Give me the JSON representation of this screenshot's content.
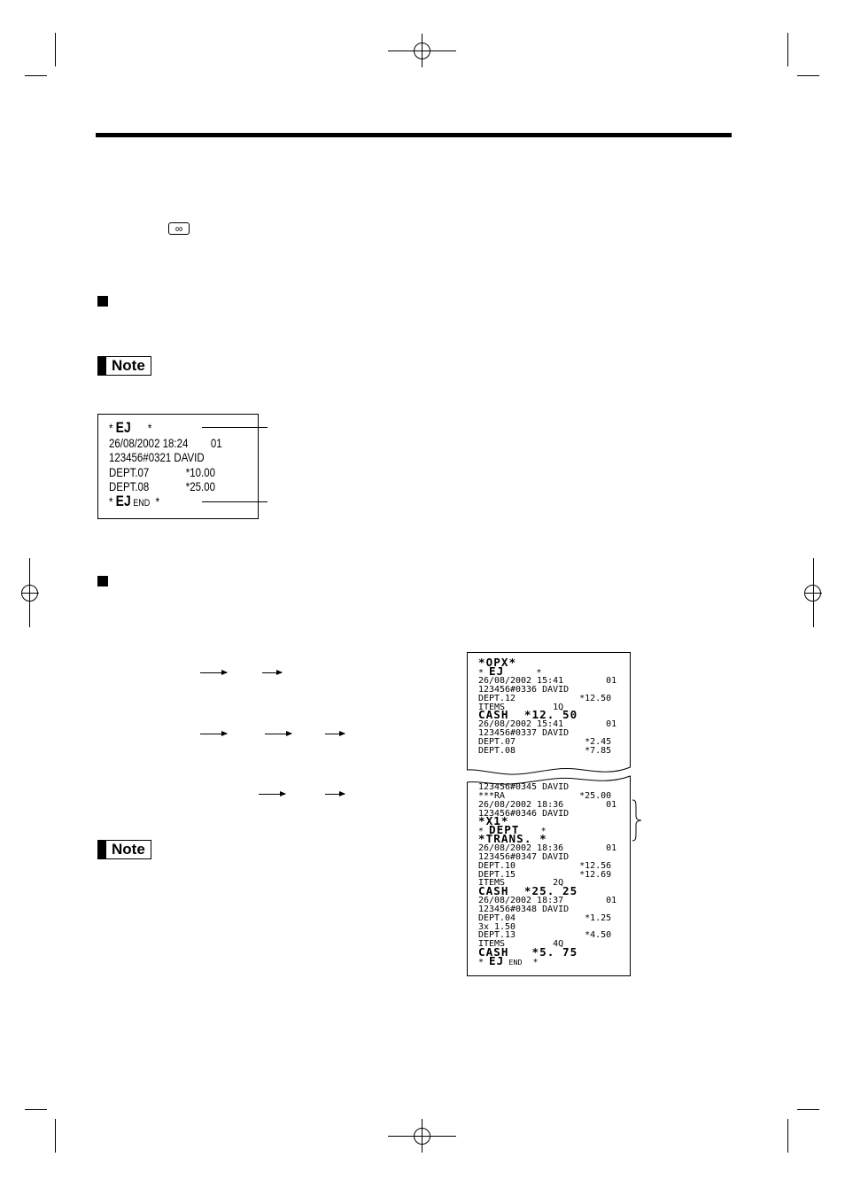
{
  "note_label": "Note",
  "control_symbol": "∞",
  "ej_sample": {
    "lines": [
      {
        "parts": [
          {
            "t": "* ",
            "s": "n"
          },
          {
            "t": "EJ",
            "s": "big"
          },
          {
            "t": "      *",
            "s": "n"
          }
        ]
      },
      {
        "parts": [
          {
            "t": "26/08/2002 18:24        01",
            "s": "n"
          }
        ]
      },
      {
        "parts": [
          {
            "t": "123456#0321 DAVID",
            "s": "n"
          }
        ]
      },
      {
        "parts": [
          {
            "t": "DEPT.07             *10.00",
            "s": "n"
          }
        ]
      },
      {
        "parts": [
          {
            "t": "DEPT.08             *25.00",
            "s": "n"
          }
        ]
      },
      {
        "parts": [
          {
            "t": "* ",
            "s": "n"
          },
          {
            "t": "EJ",
            "s": "big"
          },
          {
            "t": " END",
            "s": "small"
          },
          {
            "t": "  *",
            "s": "n"
          }
        ]
      }
    ]
  },
  "receipt_top": {
    "lines": [
      {
        "parts": [
          {
            "t": "*OP",
            "s": "big"
          },
          {
            "t": "X",
            "s": "big"
          },
          {
            "t": "*",
            "s": "big"
          }
        ]
      },
      {
        "parts": [
          {
            "t": "* ",
            "s": "n"
          },
          {
            "t": "EJ",
            "s": "big"
          },
          {
            "t": "      *",
            "s": "n"
          }
        ]
      },
      {
        "parts": [
          {
            "t": "26/08/2002 15:41        01",
            "s": "n"
          }
        ]
      },
      {
        "parts": [
          {
            "t": "123456#0336 DAVID",
            "s": "n"
          }
        ]
      },
      {
        "parts": [
          {
            "t": "DEPT.12            *12.50",
            "s": "n"
          }
        ]
      },
      {
        "parts": [
          {
            "t": "ITEMS         1Q",
            "s": "n"
          }
        ]
      },
      {
        "parts": [
          {
            "t": "CASH  *12. 50",
            "s": "big"
          }
        ]
      },
      {
        "parts": [
          {
            "t": "26/08/2002 15:41        01",
            "s": "n"
          }
        ]
      },
      {
        "parts": [
          {
            "t": "123456#0337 DAVID",
            "s": "n"
          }
        ]
      },
      {
        "parts": [
          {
            "t": "DEPT.07             *2.45",
            "s": "n"
          }
        ]
      },
      {
        "parts": [
          {
            "t": "DEPT.08             *7.85",
            "s": "n"
          }
        ]
      }
    ]
  },
  "receipt_bottom": {
    "lines": [
      {
        "parts": [
          {
            "t": "123456#0345 DAVID",
            "s": "n"
          }
        ]
      },
      {
        "parts": [
          {
            "t": "***RA              *25.00",
            "s": "n"
          }
        ]
      },
      {
        "parts": [
          {
            "t": "26/08/2002 18:36        01",
            "s": "n"
          }
        ]
      },
      {
        "parts": [
          {
            "t": "123456#0346 DAVID",
            "s": "n"
          }
        ]
      },
      {
        "parts": [
          {
            "t": "*X1*",
            "s": "big"
          }
        ]
      },
      {
        "parts": [
          {
            "t": "* ",
            "s": "n"
          },
          {
            "t": "DEPT",
            "s": "big"
          },
          {
            "t": "    *",
            "s": "n"
          }
        ]
      },
      {
        "parts": [
          {
            "t": "*TRANS. *",
            "s": "big"
          }
        ]
      },
      {
        "parts": [
          {
            "t": "26/08/2002 18:36        01",
            "s": "n"
          }
        ]
      },
      {
        "parts": [
          {
            "t": "123456#0347 DAVID",
            "s": "n"
          }
        ]
      },
      {
        "parts": [
          {
            "t": "DEPT.10            *12.56",
            "s": "n"
          }
        ]
      },
      {
        "parts": [
          {
            "t": "DEPT.15            *12.69",
            "s": "n"
          }
        ]
      },
      {
        "parts": [
          {
            "t": "ITEMS         2Q",
            "s": "n"
          }
        ]
      },
      {
        "parts": [
          {
            "t": "CASH  *25. 25",
            "s": "big"
          }
        ]
      },
      {
        "parts": [
          {
            "t": "26/08/2002 18:37        01",
            "s": "n"
          }
        ]
      },
      {
        "parts": [
          {
            "t": "123456#0348 DAVID",
            "s": "n"
          }
        ]
      },
      {
        "parts": [
          {
            "t": "DEPT.04             *1.25",
            "s": "n"
          }
        ]
      },
      {
        "parts": [
          {
            "t": "3x 1.50",
            "s": "n"
          }
        ]
      },
      {
        "parts": [
          {
            "t": "DEPT.13             *4.50",
            "s": "n"
          }
        ]
      },
      {
        "parts": [
          {
            "t": "ITEMS         4Q",
            "s": "n"
          }
        ]
      },
      {
        "parts": [
          {
            "t": "CASH   *5. 75",
            "s": "big"
          }
        ]
      },
      {
        "parts": [
          {
            "t": "* ",
            "s": "n"
          },
          {
            "t": "EJ",
            "s": "big"
          },
          {
            "t": " END",
            "s": "small"
          },
          {
            "t": "  *",
            "s": "n"
          }
        ]
      }
    ]
  }
}
